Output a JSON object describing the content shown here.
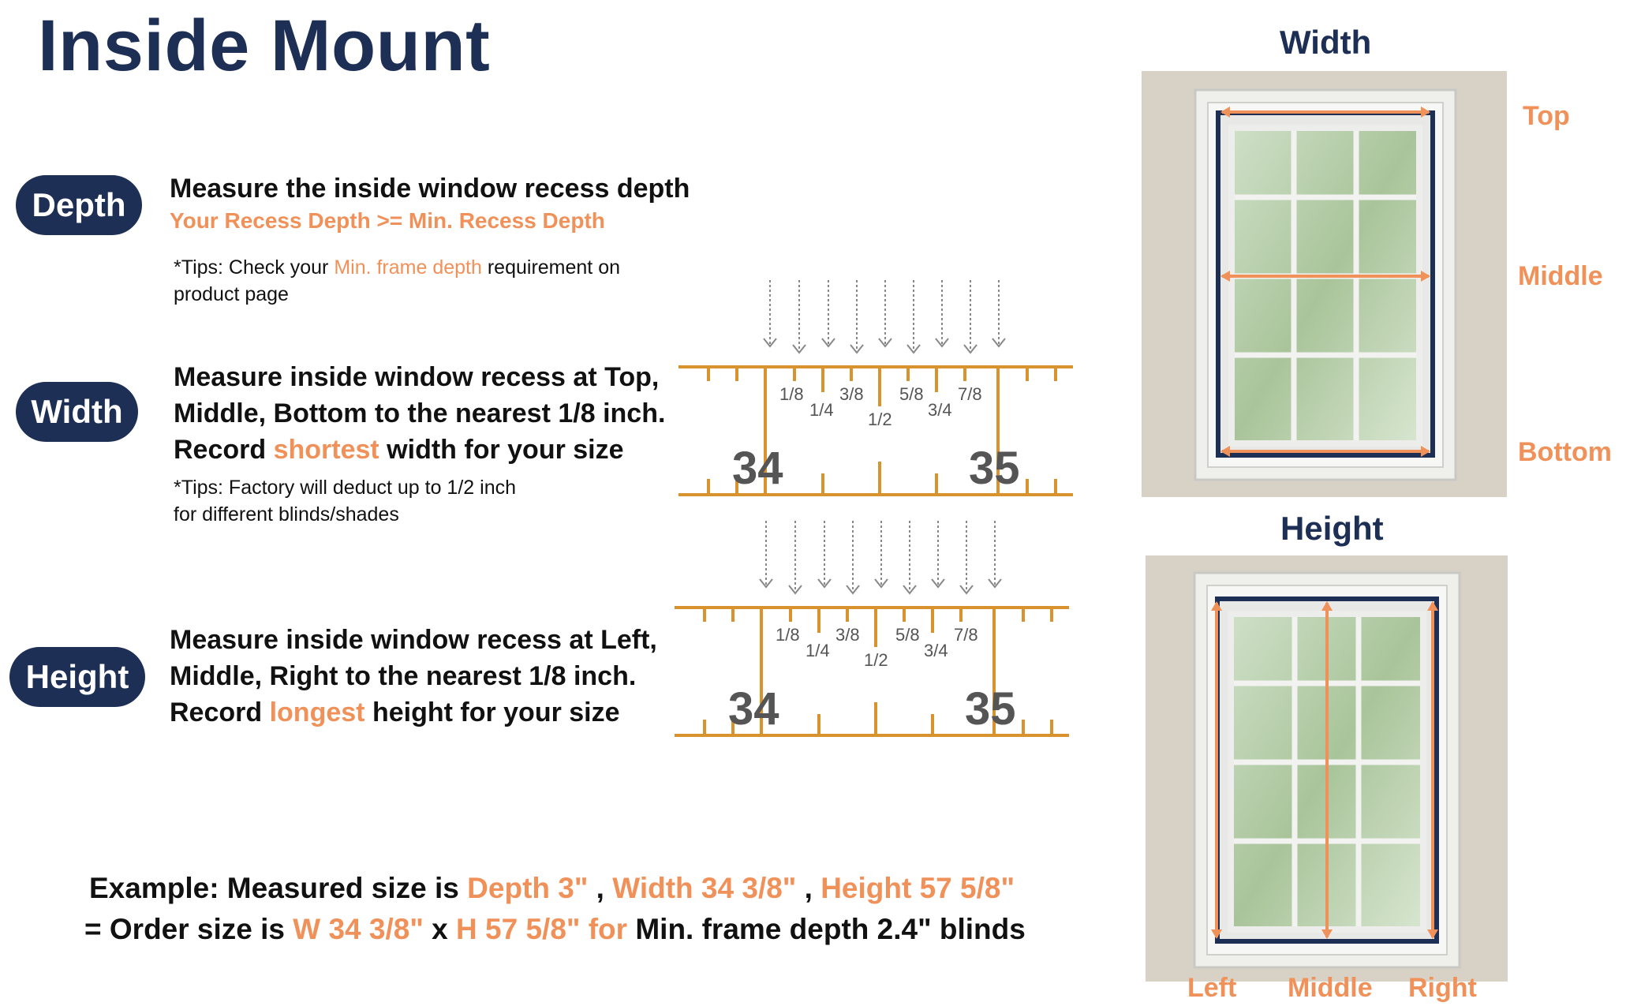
{
  "title": "Inside Mount",
  "depth": {
    "badge": "Depth",
    "main": "Measure the inside window recess depth",
    "sub": "Your Recess Depth >= Min. Recess Depth",
    "tip_pre": "*Tips: Check your ",
    "tip_highlight": "Min. frame depth",
    "tip_post": " requirement on",
    "tip_line2": "product page"
  },
  "width": {
    "badge": "Width",
    "line1": "Measure inside window recess at Top,",
    "line2": "Middle, Bottom to the nearest 1/8 inch.",
    "line3_pre": "Record ",
    "line3_highlight": "shortest",
    "line3_post": " width for your size",
    "tip_line1": "*Tips: Factory will deduct up to 1/2 inch",
    "tip_line2": "for different blinds/shades"
  },
  "height": {
    "badge": "Height",
    "line1": "Measure inside window recess at Left,",
    "line2": "Middle, Right to the nearest 1/8 inch.",
    "line3_pre": "Record ",
    "line3_highlight": "longest",
    "line3_post": " height for your size"
  },
  "ruler": {
    "fractions": [
      "1/8",
      "1/4",
      "3/8",
      "1/2",
      "5/8",
      "3/4",
      "7/8"
    ],
    "start": "34",
    "end": "35"
  },
  "example": {
    "l1_a": "Example: Measured size is ",
    "l1_b": "Depth 3\"",
    "l1_c": " , ",
    "l1_d": "Width 34 3/8\"",
    "l1_e": " , ",
    "l1_f": "Height 57 5/8\"",
    "l2_a": "= Order size is ",
    "l2_b": "W 34 3/8\"",
    "l2_c": " x ",
    "l2_d": "H 57 5/8\" for",
    "l2_e": " Min. frame depth 2.4\" blinds"
  },
  "width_panel": {
    "header": "Width",
    "top": "Top",
    "middle": "Middle",
    "bottom": "Bottom"
  },
  "height_panel": {
    "header": "Height",
    "left": "Left",
    "middle": "Middle",
    "right": "Right"
  },
  "colors": {
    "navy": "#1d2f55",
    "orange": "#f0915a",
    "ruler": "#d9932e"
  }
}
